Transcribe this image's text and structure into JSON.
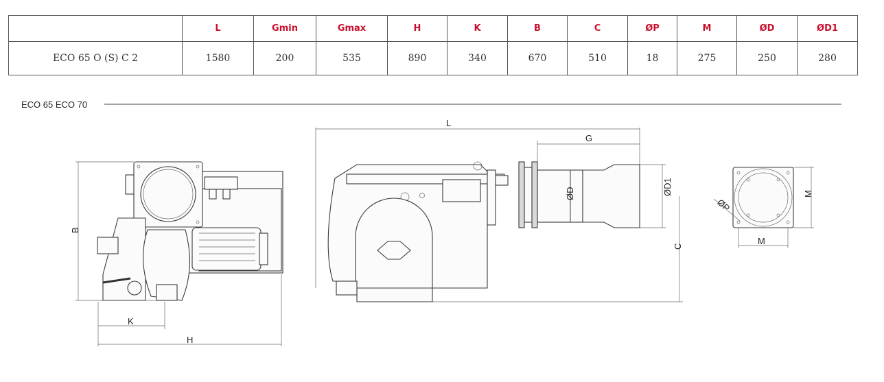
{
  "table": {
    "headers": [
      "",
      "L",
      "Gmin",
      "Gmax",
      "H",
      "K",
      "B",
      "C",
      "ØP",
      "M",
      "ØD",
      "ØD1"
    ],
    "rows": [
      [
        "ECO 65 O (S) C 2",
        "1580",
        "200",
        "535",
        "890",
        "340",
        "670",
        "510",
        "18",
        "275",
        "250",
        "280"
      ]
    ]
  },
  "drawing": {
    "section_title": "ECO 65   ECO 70",
    "labels": {
      "B": "B",
      "K": "K",
      "H": "H",
      "L": "L",
      "G": "G",
      "D": "ØD",
      "D1": "ØD1",
      "C": "C",
      "P": "ØP",
      "M_vertical": "M",
      "M_horizontal": "M"
    }
  },
  "colors": {
    "header_text": "#c8102e",
    "line": "#444444"
  }
}
